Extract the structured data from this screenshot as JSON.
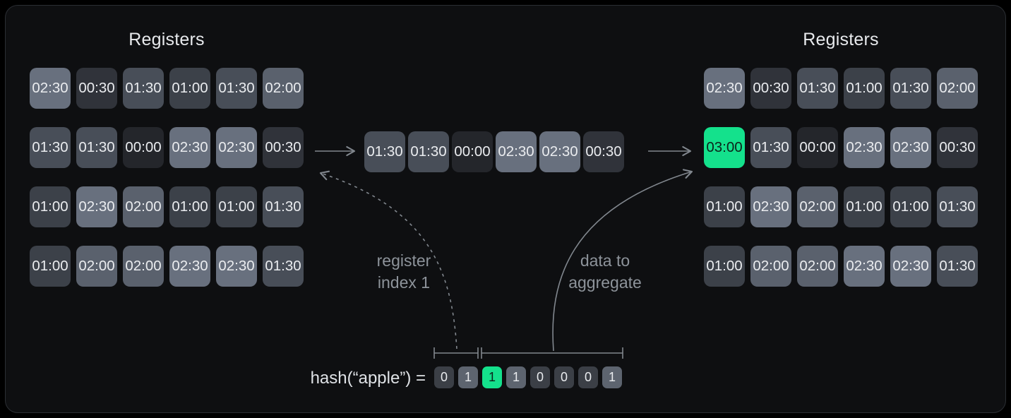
{
  "left_registers": {
    "title": "Registers",
    "rows": [
      [
        "02:30",
        "00:30",
        "01:30",
        "01:00",
        "01:30",
        "02:00"
      ],
      [
        "01:30",
        "01:30",
        "00:00",
        "02:30",
        "02:30",
        "00:30"
      ],
      [
        "01:00",
        "02:30",
        "02:00",
        "01:00",
        "01:00",
        "01:30"
      ],
      [
        "01:00",
        "02:00",
        "02:00",
        "02:30",
        "02:30",
        "01:30"
      ]
    ]
  },
  "right_registers": {
    "title": "Registers",
    "rows": [
      [
        "02:30",
        "00:30",
        "01:30",
        "01:00",
        "01:30",
        "02:00"
      ],
      [
        "03:00",
        "01:30",
        "00:00",
        "02:30",
        "02:30",
        "00:30"
      ],
      [
        "01:00",
        "02:30",
        "02:00",
        "01:00",
        "01:00",
        "01:30"
      ],
      [
        "01:00",
        "02:00",
        "02:00",
        "02:30",
        "02:30",
        "01:30"
      ]
    ],
    "highlight_flat_index": 6,
    "highlighted_value": "03:00"
  },
  "hashed_registers": {
    "cells": [
      "01:30",
      "01:30",
      "00:00",
      "02:30",
      "02:30",
      "00:30"
    ]
  },
  "annotations": {
    "register_index": {
      "line1": "register",
      "line2": "index 1"
    },
    "data_to_aggregate": {
      "line1": "data to",
      "line2": "aggregate"
    }
  },
  "hash": {
    "label": "hash(“apple”) =",
    "bits": [
      "0",
      "1",
      "1",
      "1",
      "0",
      "0",
      "0",
      "1"
    ],
    "highlight_index": 2
  },
  "colors": {
    "background": "#000000",
    "panel_bg": "#0e0f11",
    "panel_border": "#2b2e33",
    "title_text": "#e7e9ec",
    "cell_text": "#eaecef",
    "annotation_text": "#8d939a",
    "hash_label_text": "#dfe2e6",
    "line": "#81878e",
    "accent_green": "#14e18c",
    "accent_green_text": "#0c241b",
    "register_bg": {
      "00:00": "#24262b",
      "00:30": "#30333a",
      "01:00": "#3c4149",
      "01:30": "#484e58",
      "02:00": "#5a616d",
      "02:30": "#68707e",
      "03:00": "#14e18c"
    },
    "bit_bg": {
      "0": "#3b3f46",
      "1": "#5d646f"
    }
  }
}
